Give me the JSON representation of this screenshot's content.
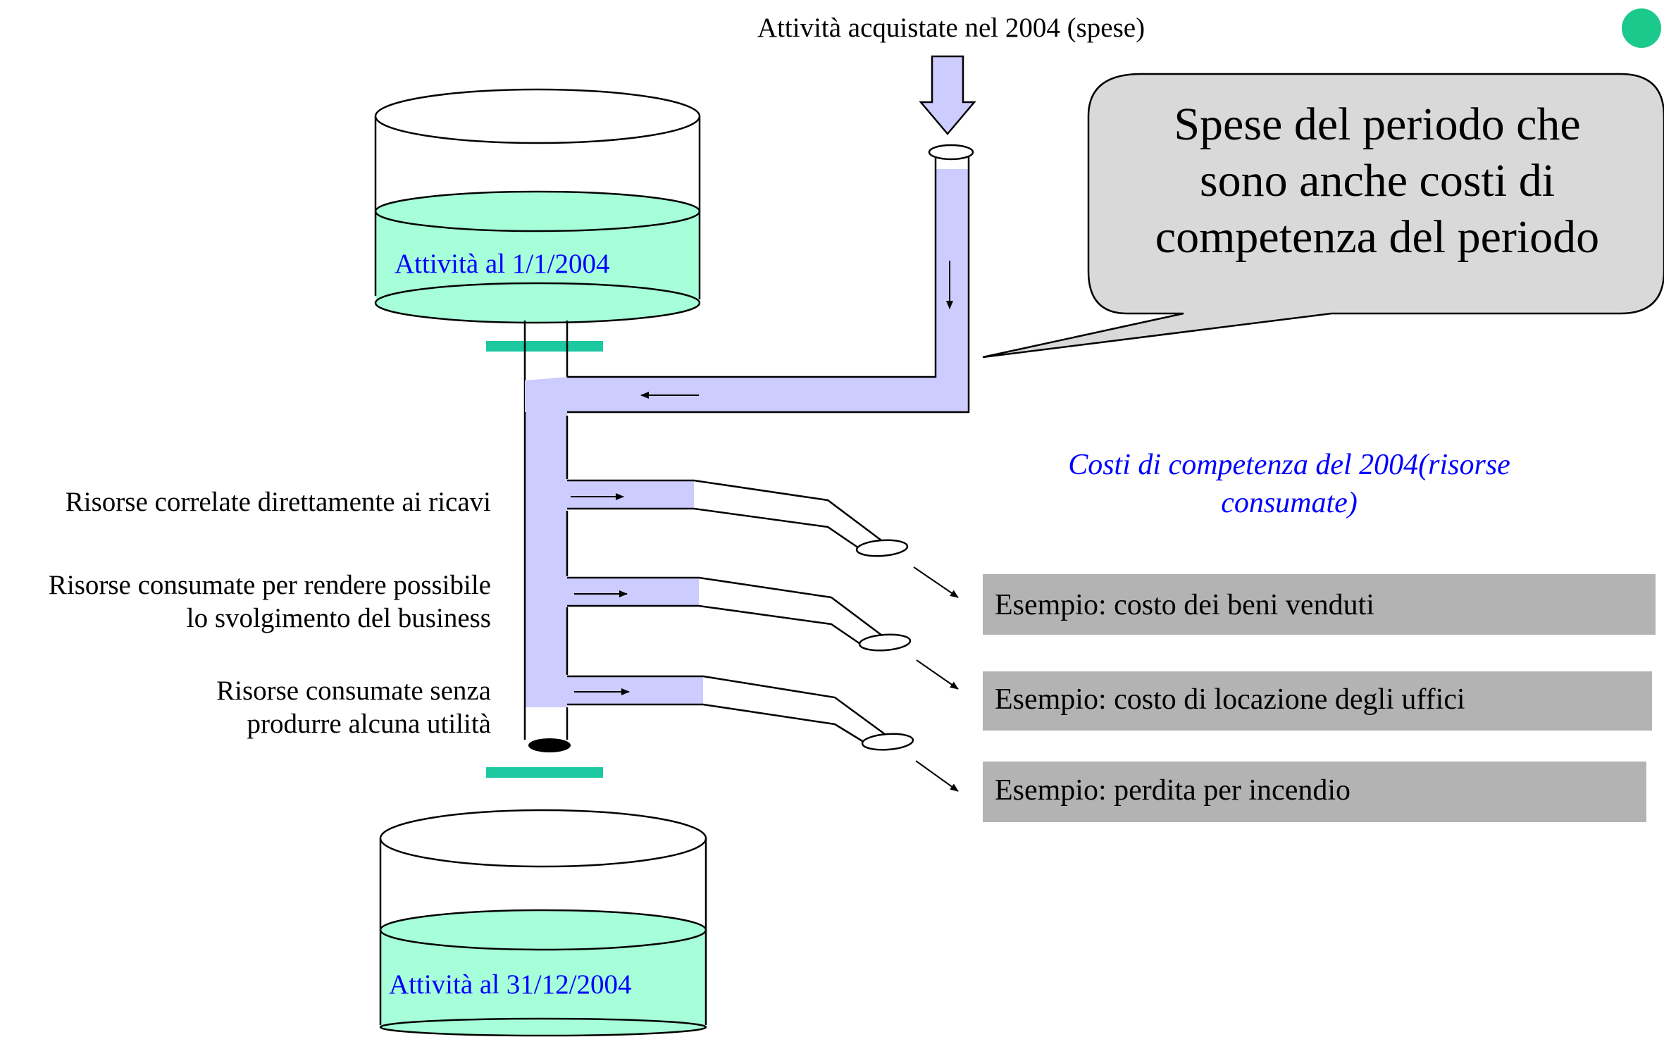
{
  "top_label": "Attività acquistate nel 2004 (spese)",
  "top_tank_label": "Attività al 1/1/2004",
  "bottom_tank_label": "Attività al 31/12/2004",
  "callout_lines": [
    "Spese del periodo che",
    "sono anche costi di",
    "competenza del periodo"
  ],
  "costs_heading_lines": [
    "Costi di competenza del 2004(risorse",
    "consumate)"
  ],
  "branches": [
    {
      "label_lines": [
        "Risorse correlate direttamente ai ricavi"
      ],
      "example": "Esempio: costo dei beni venduti"
    },
    {
      "label_lines": [
        "Risorse consumate per rendere possibile",
        "lo svolgimento del business"
      ],
      "example": "Esempio: costo di locazione degli uffici"
    },
    {
      "label_lines": [
        "Risorse consumate senza",
        "produrre alcuna utilità"
      ],
      "example": "Esempio: perdita per incendio"
    }
  ],
  "colors": {
    "liquid": "#a6ffd9",
    "pipe_fill": "#ccccff",
    "valve": "#1cc9a0",
    "callout_fill": "#d9d9d9",
    "example_box": "#b3b3b3",
    "text_blue": "#0000ff",
    "corner_dot": "#1cc98c"
  }
}
